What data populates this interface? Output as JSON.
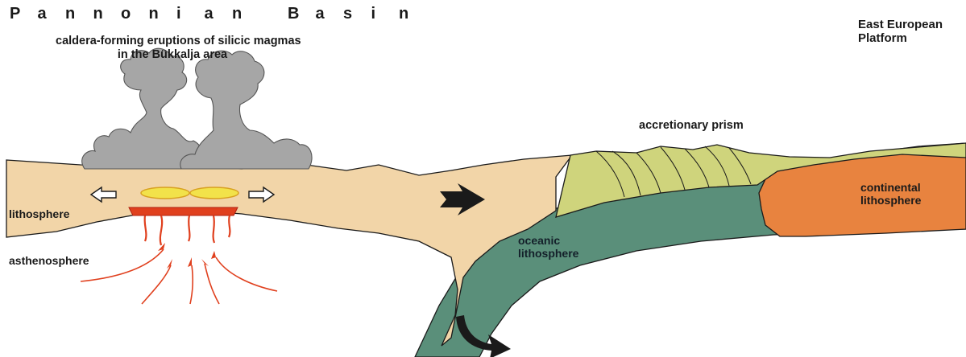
{
  "title": {
    "word1": [
      "P",
      "a",
      "n",
      "n",
      "o",
      "n",
      "i",
      "a",
      "n"
    ],
    "word2": [
      "B",
      "a",
      "s",
      "i",
      "n"
    ]
  },
  "caption": {
    "line1": "caldera-forming eruptions of silicic magmas",
    "line2": "in the Bükkalja area"
  },
  "labels": {
    "east_european_line1": "East European",
    "east_european_line2": "Platform",
    "accretionary_prism": "accretionary prism",
    "continental_line1": "continental",
    "continental_line2": "lithosphere",
    "oceanic_line1": "oceanic",
    "oceanic_line2": "lithosphere",
    "lithosphere": "lithosphere",
    "asthenosphere": "asthenosphere"
  },
  "colors": {
    "lithosphere_fill": "#f2d5a8",
    "oceanic_fill": "#5a8f7a",
    "prism_fill": "#cfd47c",
    "continental_fill": "#e8833f",
    "ash_cloud": "#a6a6a6",
    "magma_red": "#e0401e",
    "magma_yellow": "#f2e24a",
    "arrow_black": "#1a1a1a"
  },
  "icons": [
    "extension-arrow-left-icon",
    "extension-arrow-right-icon",
    "plate-motion-arrow-icon",
    "subduction-arrow-icon",
    "mantle-upwelling-arrows-icon"
  ]
}
